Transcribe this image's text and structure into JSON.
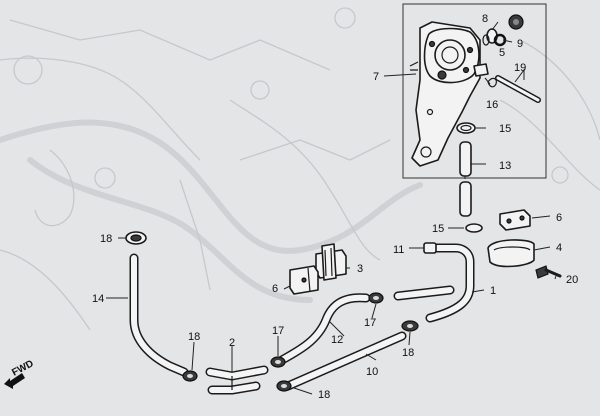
{
  "fwd_label": "FWD",
  "callouts": {
    "c7": "7",
    "c8": "8",
    "c9": "9",
    "c5": "5",
    "c19": "19",
    "c16": "16",
    "c15a": "15",
    "c13": "13",
    "c15b": "15",
    "c6a": "6",
    "c4": "4",
    "c20": "20",
    "c11": "11",
    "c1": "1",
    "c3": "3",
    "c6b": "6",
    "c17a": "17",
    "c12": "12",
    "c10": "10",
    "c18a": "18",
    "c17b": "17",
    "c2": "2",
    "c18b": "18",
    "c18c": "18",
    "c18d": "18",
    "c14": "14"
  }
}
